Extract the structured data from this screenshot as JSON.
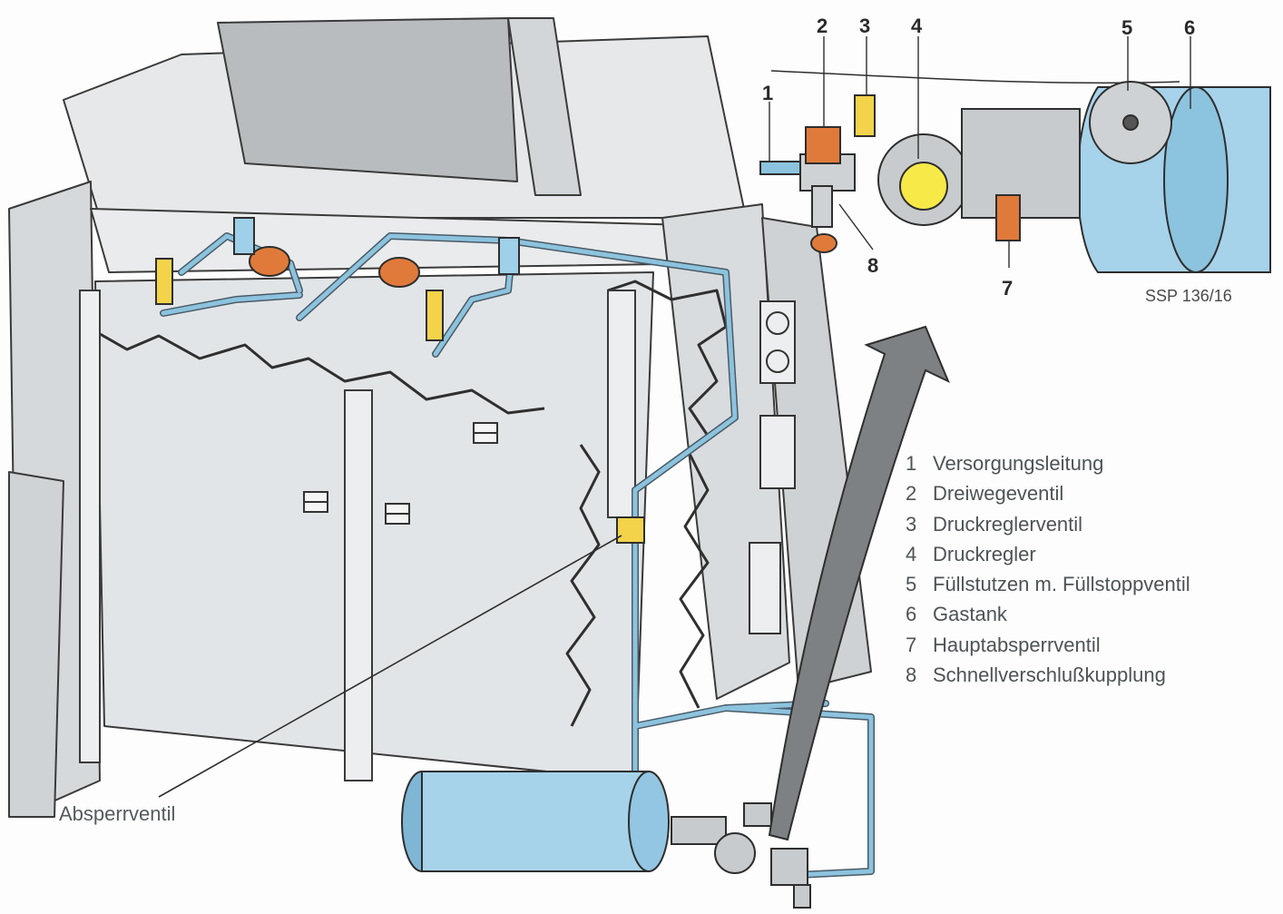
{
  "callouts": [
    "1",
    "2",
    "3",
    "4",
    "5",
    "6",
    "7",
    "8"
  ],
  "figure_code": "SSP 136/16",
  "legend": [
    {
      "num": "1",
      "text": "Versorgungsleitung"
    },
    {
      "num": "2",
      "text": "Dreiwegeventil"
    },
    {
      "num": "3",
      "text": "Druckreglerventil"
    },
    {
      "num": "4",
      "text": "Druckregler"
    },
    {
      "num": "5",
      "text": "Füllstutzen m. Füllstoppventil"
    },
    {
      "num": "6",
      "text": "Gastank"
    },
    {
      "num": "7",
      "text": "Hauptabsperrventil"
    },
    {
      "num": "8",
      "text": "Schnellverschlußkupplung"
    }
  ],
  "label_shutoff": "Absperrventil",
  "colors": {
    "pipe": "#8cc3de",
    "tank": "#a6d2ea",
    "valve_yellow": "#f2d34a",
    "regulator_orange": "#e07a3a",
    "body_grey": "#dfe2e4",
    "line": "#2e2e2e"
  }
}
